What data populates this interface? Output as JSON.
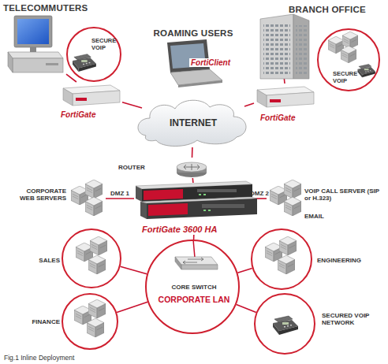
{
  "diagram": {
    "caption": "Fig.1 Inline Deployment",
    "nodes": [
      {
        "text": [
          "TELECOMMUTERS"
        ]
      },
      {
        "text": [
          "SECURE VOIP"
        ]
      },
      {
        "text": [
          "ROAMING USERS",
          "FortiClient"
        ]
      },
      {
        "text": [
          "BRANCH OFFICE"
        ]
      },
      {
        "text": [
          "SECURE VOIP"
        ]
      },
      {
        "text": [
          "FortiGate"
        ]
      },
      {
        "text": [
          "FortiGate"
        ]
      },
      {
        "text": [
          "INTERNET"
        ]
      },
      {
        "text": [
          "ROUTER"
        ]
      },
      {
        "text": [
          "CORPORATE WEB SERVERS"
        ]
      },
      {
        "text": [
          "FortiGate 3600 HA"
        ]
      },
      {
        "text": [
          "VOIP CALL SERVER (SIP or H.323)",
          "EMAIL"
        ]
      },
      {
        "text": [
          "SALES"
        ]
      },
      {
        "text": [
          "CORE SWITCH",
          "CORPORATE LAN"
        ]
      },
      {
        "text": [
          "ENGINEERING"
        ]
      },
      {
        "text": [
          "FINANCE"
        ]
      },
      {
        "text": [
          "SECURED VOIP NETWORK"
        ]
      }
    ],
    "edges": [
      {
        "from": 0,
        "to": 5,
        "arrow": "none"
      },
      {
        "from": 3,
        "to": 6,
        "arrow": "none"
      },
      {
        "from": 5,
        "to": 7,
        "arrow": "none"
      },
      {
        "from": 6,
        "to": 7,
        "arrow": "none"
      },
      {
        "from": 7,
        "to": 8,
        "arrow": "none"
      },
      {
        "from": 8,
        "to": 10,
        "arrow": "none"
      },
      {
        "from": 10,
        "to": 9,
        "label": "DMZ 1",
        "arrow": "none"
      },
      {
        "from": 10,
        "to": 11,
        "label": "DMZ 2",
        "arrow": "none"
      },
      {
        "from": 10,
        "to": 13,
        "arrow": "none"
      },
      {
        "from": 13,
        "to": 12,
        "arrow": "none"
      },
      {
        "from": 13,
        "to": 14,
        "arrow": "none"
      },
      {
        "from": 13,
        "to": 15,
        "arrow": "none"
      },
      {
        "from": 13,
        "to": 16,
        "arrow": "none"
      }
    ]
  }
}
